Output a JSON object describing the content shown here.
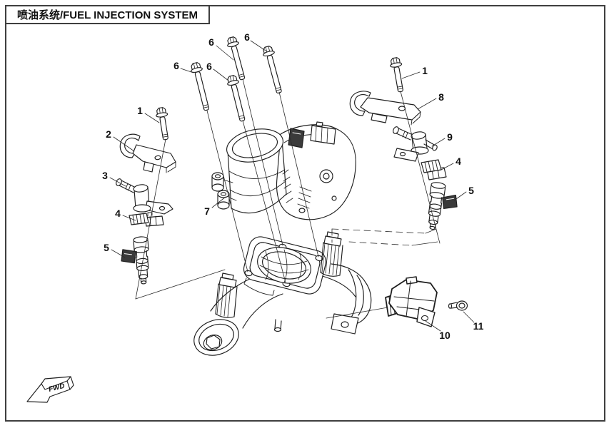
{
  "page": {
    "title": "喷油系统/FUEL INJECTION SYSTEM",
    "colors": {
      "background": "#ffffff",
      "ink": "#1e1e1e",
      "border": "#3f3f3f",
      "dark_fill": "#3a3a3a"
    }
  },
  "diagram": {
    "type": "exploded-parts-diagram",
    "fwd_marker": "FWD",
    "callouts": [
      {
        "ref": "1",
        "part": "press-plate-bolt-left"
      },
      {
        "ref": "2",
        "part": "injector-press-plate-left"
      },
      {
        "ref": "3",
        "part": "fuel-pipe-joint-left"
      },
      {
        "ref": "4",
        "part": "retaining-clip-left"
      },
      {
        "ref": "5",
        "part": "fuel-injector-left"
      },
      {
        "ref": "6",
        "part": "throttle-body-bolt-a"
      },
      {
        "ref": "6",
        "part": "throttle-body-bolt-b"
      },
      {
        "ref": "6",
        "part": "throttle-body-bolt-c"
      },
      {
        "ref": "6",
        "part": "throttle-body-bolt-d"
      },
      {
        "ref": "7",
        "part": "throttle-body"
      },
      {
        "ref": "1",
        "part": "press-plate-bolt-right"
      },
      {
        "ref": "8",
        "part": "injector-press-plate-right"
      },
      {
        "ref": "9",
        "part": "fuel-pipe-joint-right"
      },
      {
        "ref": "4",
        "part": "retaining-clip-right"
      },
      {
        "ref": "5",
        "part": "fuel-injector-right"
      },
      {
        "ref": "10",
        "part": "pressure-sensor"
      },
      {
        "ref": "11",
        "part": "sensor-screw"
      }
    ]
  }
}
